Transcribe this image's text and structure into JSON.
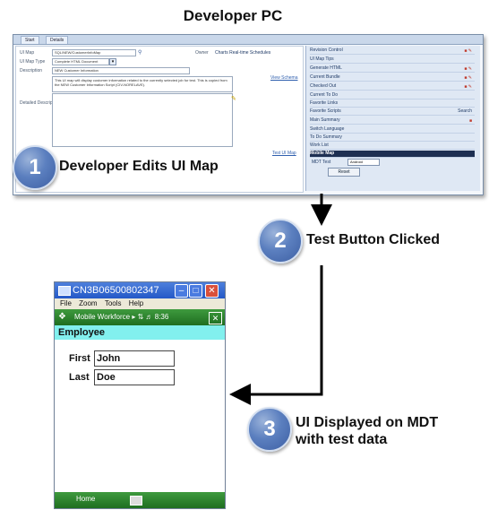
{
  "diagram": {
    "title": "Developer PC",
    "steps": [
      {
        "number": "1",
        "text": "Developer Edits UI Map"
      },
      {
        "number": "2",
        "text": "Test Button Clicked"
      },
      {
        "number": "3",
        "line1": "UI Displayed on MDT",
        "line2": "with test data"
      }
    ]
  },
  "pc_window": {
    "tabs": [
      "Start",
      "Details"
    ],
    "form": {
      "ui_map_label": "UI Map",
      "ui_map_value": "SQL/NEW/CustomerInfoMap",
      "ui_map_type_label": "UI Map Type",
      "ui_map_type_value": "Complete HTML Document",
      "description_label": "Description",
      "description_value": "NEW Customer Information",
      "detailed_description_label": "Detailed Description",
      "detailed_description_value": "This UI map will display customer information related to the currently selected job for test. This is copied from the NEW Customer Information Script (CIV-NORELAVE).",
      "owner_label": "Owner",
      "owner_value": "Charts Real-time Schedules",
      "view_schema_link": "View Schema",
      "test_ui_map_link": "Test UI Map"
    },
    "sidebar": {
      "items": [
        "Revision Control",
        "UI Map Tips",
        "Generate HTML",
        "Current Bundle",
        "Checked Out",
        "Current To Do",
        "Favorite Links",
        "Favorite Scripts",
        "Main Summary",
        "Switch Language",
        "To Do Summary",
        "Work List",
        "Mobile Map"
      ],
      "search_label": "Search",
      "mdt_test_label": "MDT Test",
      "mdt_test_value": "Android",
      "reset_label": "Reset"
    }
  },
  "mdt_device": {
    "window_title": "CN3B06500802347",
    "menu": [
      "File",
      "Zoom",
      "Tools",
      "Help"
    ],
    "app_bar_text": "Mobile Workforce",
    "app_bar_time": "8:36",
    "section_header": "Employee",
    "fields": [
      {
        "label": "First",
        "value": "John"
      },
      {
        "label": "Last",
        "value": "Doe"
      }
    ],
    "bottom_left": "Home"
  },
  "colors": {
    "step_circle": "#5b7fbf",
    "mdt_titlebar": "#2459c7",
    "mdt_appbar": "#1f6e20",
    "section_header": "#82f0ee",
    "arrows": "#000000"
  }
}
